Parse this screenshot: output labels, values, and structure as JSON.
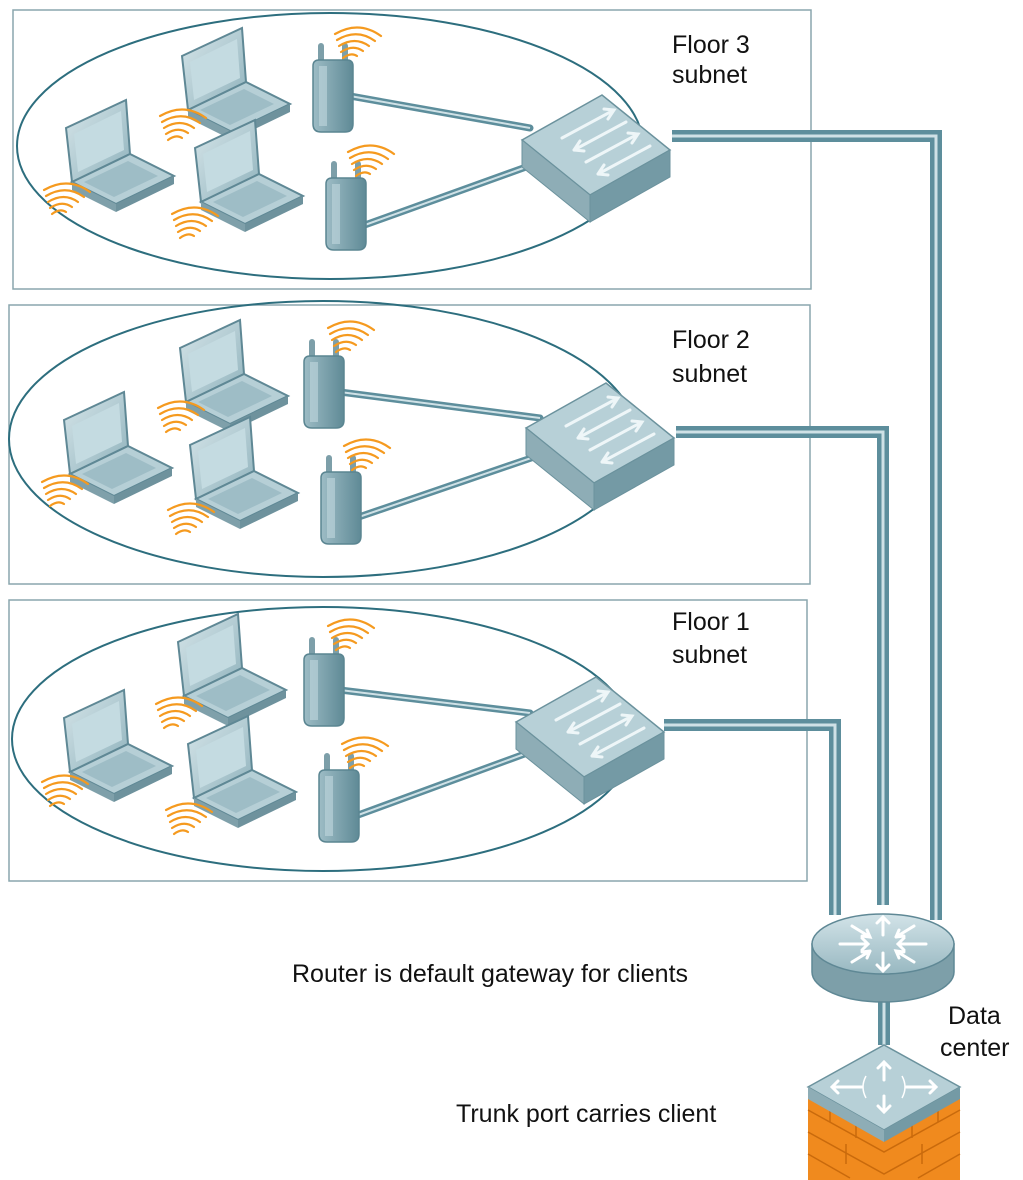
{
  "floors": [
    {
      "title": "Floor 3",
      "subtitle": "subnet"
    },
    {
      "title": "Floor 2",
      "subtitle": "subnet"
    },
    {
      "title": "Floor 1",
      "subtitle": "subnet"
    }
  ],
  "labels": {
    "router_note": "Router is default gateway for clients",
    "datacenter_line1": "Data",
    "datacenter_line2": "center",
    "trunk_note": "Trunk port carries client"
  },
  "colors": {
    "subnet_border": "#8aa6ad",
    "ellipse_stroke": "#2d6e7e",
    "cable": "#5d8e9c",
    "cable_light": "#a7c4cc",
    "device_top": "#b4cfd7",
    "device_side": "#7d9fa9",
    "wifi": "#f59a1f",
    "brick": "#f08a1e"
  }
}
